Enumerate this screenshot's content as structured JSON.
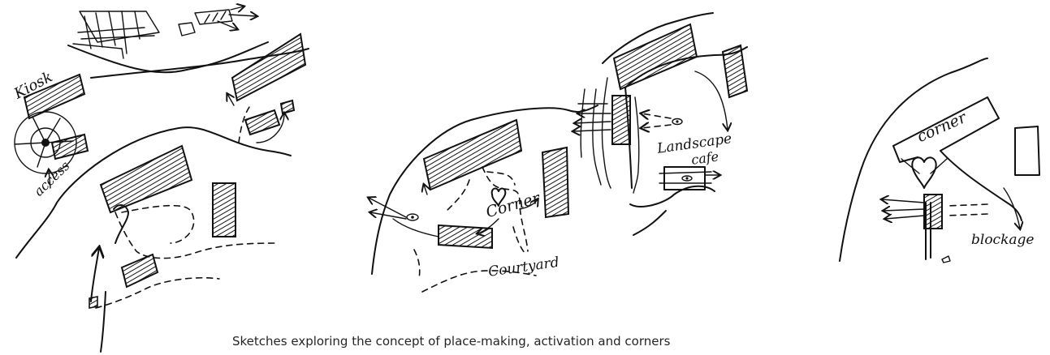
{
  "panels": [
    {
      "id": "left",
      "labels": {
        "kiosk": "Kiosk",
        "access": "access"
      }
    },
    {
      "id": "middle",
      "labels": {
        "corner": "Corner",
        "courtyard": "Courtyard",
        "landscape_cafe_line1": "Landscape",
        "landscape_cafe_line2": "cafe"
      }
    },
    {
      "id": "right",
      "labels": {
        "corner": "corner",
        "blockage": "blockage"
      }
    }
  ],
  "caption": "Sketches exploring the concept of place-making, activation and corners"
}
